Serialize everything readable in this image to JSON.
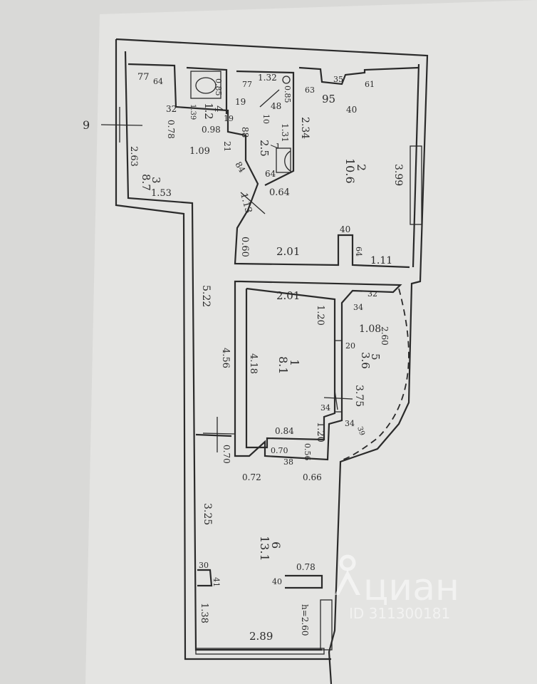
{
  "rooms": [
    {
      "id": "1",
      "area": "8.1"
    },
    {
      "id": "2",
      "area": "10.6"
    },
    {
      "id": "3",
      "area": "8.7"
    },
    {
      "id": "4",
      "area": "1.2"
    },
    {
      "id": "5",
      "area": "3.6"
    },
    {
      "id": "6",
      "area": "13.1"
    },
    {
      "id": "7",
      "area": "2.5"
    }
  ],
  "section_mark": "9",
  "ceiling_height": "h=2.60",
  "dims": {
    "d_77": "77",
    "d_64a": "64",
    "d_32a": "32",
    "d_078": "0.78",
    "d_263": "2.63",
    "d_153": "1.53",
    "d_109": "1.09",
    "d_098": "0.98",
    "d_139": "1.39",
    "d_085": "0.85",
    "d_19a": "19",
    "d_19b": "19",
    "d_77b": "77",
    "d_132": "1.32",
    "d_085b": "0.85",
    "d_48": "48",
    "d_10": "10",
    "d_88": "88",
    "d_21": "21",
    "d_84": "84",
    "d_131": "1.31",
    "d_64b": "64",
    "d_064": "0.64",
    "d_113": "1.13",
    "d_060": "0.60",
    "d_234": "2.34",
    "d_35": "35",
    "d_63": "63",
    "d_95": "95",
    "d_40a": "40",
    "d_61": "61",
    "d_399": "3.99",
    "d_40b": "40",
    "d_64c": "64",
    "d_201a": "2.01",
    "d_111": "1.11",
    "d_522": "5.22",
    "d_201b": "2.01",
    "d_120a": "1.20",
    "d_32b": "32",
    "d_34a": "34",
    "d_108": "1.08",
    "d_260": "2.60",
    "d_20": "20",
    "d_456": "4.56",
    "d_418": "4.18",
    "d_375": "3.75",
    "d_34b": "34",
    "d_34c": "34",
    "d_39": "39",
    "d_120b": "1.20",
    "d_084": "0.84",
    "d_070a": "0.70",
    "d_070b": "0.70",
    "d_38": "38",
    "d_056": "0.56",
    "d_072": "0.72",
    "d_066": "0.66",
    "d_325": "3.25",
    "d_078b": "0.78",
    "d_30": "30",
    "d_41": "41",
    "d_40c": "40",
    "d_138": "1.38",
    "d_289": "2.89"
  },
  "watermark": {
    "brand": "циан",
    "id": "ID 311300181"
  }
}
